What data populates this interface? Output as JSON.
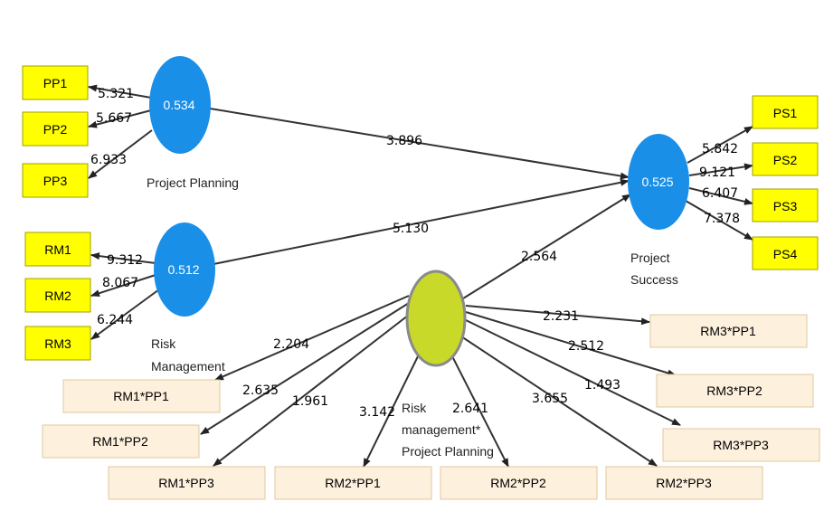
{
  "constructs": {
    "project_planning": {
      "r2": "0.534",
      "caption": [
        "Project Planning"
      ]
    },
    "risk_management": {
      "r2": "0.512",
      "caption": [
        "Risk",
        "Management"
      ]
    },
    "project_success": {
      "r2": "0.525",
      "caption": [
        "Project",
        "Success"
      ]
    },
    "moderator": {
      "caption": [
        "Risk",
        "management*",
        "Project Planning"
      ]
    }
  },
  "indicators": {
    "pp1": "PP1",
    "pp2": "PP2",
    "pp3": "PP3",
    "rm1": "RM1",
    "rm2": "RM2",
    "rm3": "RM3",
    "ps1": "PS1",
    "ps2": "PS2",
    "ps3": "PS3",
    "ps4": "PS4"
  },
  "interaction_items": {
    "rm1pp1": "RM1*PP1",
    "rm1pp2": "RM1*PP2",
    "rm1pp3": "RM1*PP3",
    "rm2pp1": "RM2*PP1",
    "rm2pp2": "RM2*PP2",
    "rm2pp3": "RM2*PP3",
    "rm3pp1": "RM3*PP1",
    "rm3pp2": "RM3*PP2",
    "rm3pp3": "RM3*PP3"
  },
  "loadings": {
    "pp1": "5.321",
    "pp2": "5.667",
    "pp3": "6.933",
    "rm1": "9.312",
    "rm2": "8.067",
    "rm3": "6.244",
    "ps1": "5.842",
    "ps2": "9.121",
    "ps3": "6.407",
    "ps4": "7.378",
    "rm1pp1": "2.204",
    "rm1pp2": "2.635",
    "rm1pp3": "1.961",
    "rm2pp1": "3.142",
    "rm2pp2": "2.641",
    "rm2pp3": "3.655",
    "rm3pp1": "2.231",
    "rm3pp2": "2.512",
    "rm3pp3": "1.493"
  },
  "paths": {
    "pp_to_ps": "3.896",
    "rm_to_ps": "5.130",
    "mod_to_ps": "2.564"
  },
  "colors": {
    "construct": "#1a8fe8",
    "moderator": "#c8d92a",
    "indicator": "#ffff00",
    "interaction_item": "#fdf0dc"
  }
}
